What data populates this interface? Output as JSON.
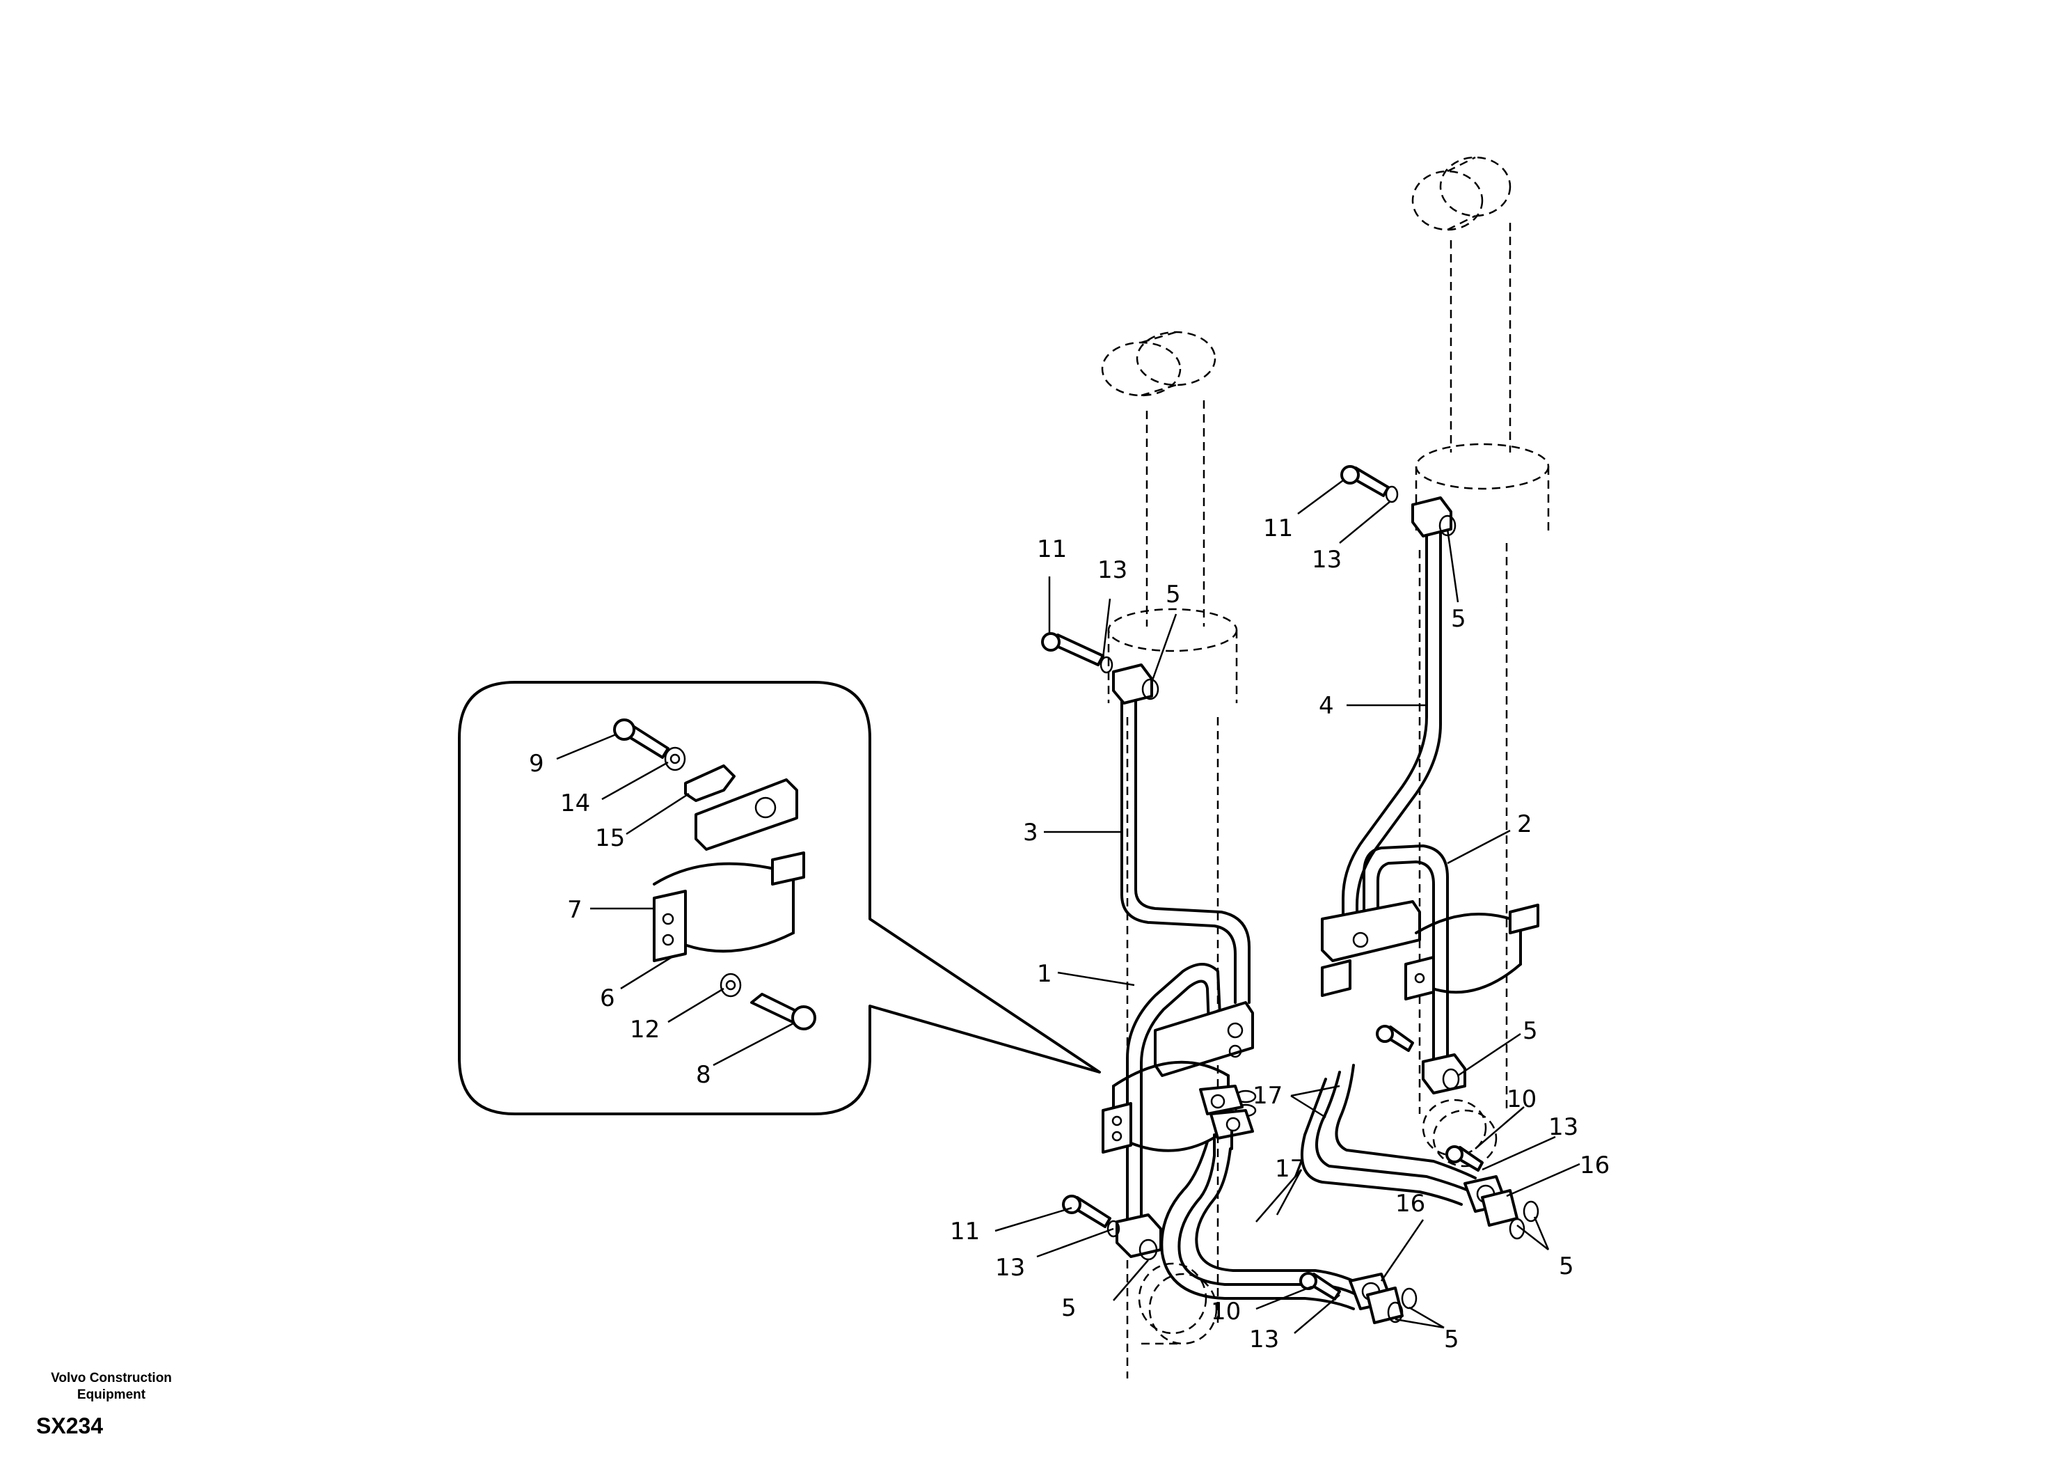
{
  "footer": {
    "company_line1": "Volvo Construction",
    "company_line2": "Equipment",
    "drawing_code": "SX234"
  },
  "callouts": {
    "c1": "1",
    "c2": "2",
    "c3": "3",
    "c4": "4",
    "c5a": "5",
    "c5b": "5",
    "c5c": "5",
    "c5d": "5",
    "c5e": "5",
    "c5f": "5",
    "c6": "6",
    "c7": "7",
    "c8": "8",
    "c9": "9",
    "c10a": "10",
    "c10b": "10",
    "c11a": "11",
    "c11b": "11",
    "c11c": "11",
    "c12": "12",
    "c13a": "13",
    "c13b": "13",
    "c13c": "13",
    "c13d": "13",
    "c13e": "13",
    "c14": "14",
    "c15": "15",
    "c16a": "16",
    "c16b": "16",
    "c17a": "17",
    "c17b": "17"
  }
}
